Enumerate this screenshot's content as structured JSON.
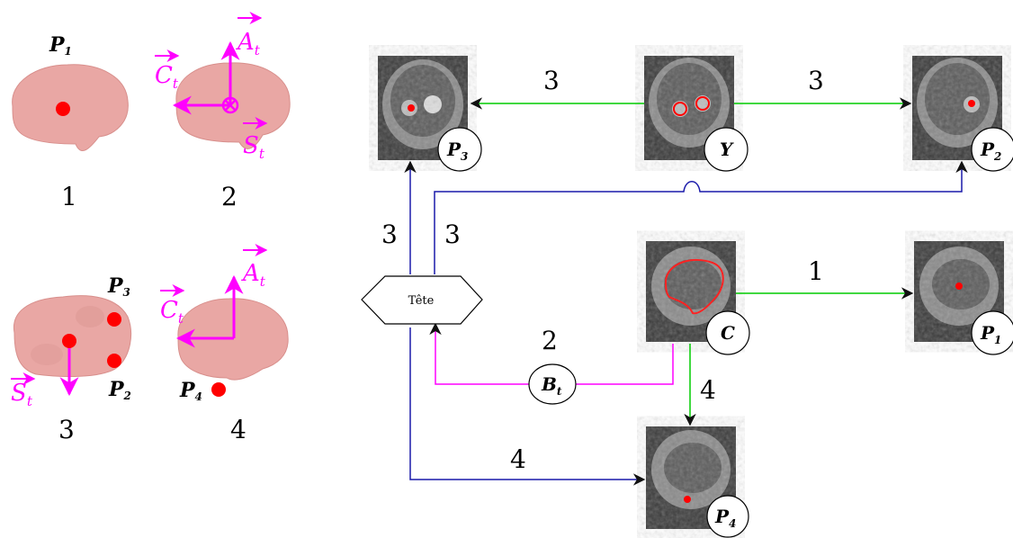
{
  "panel_numbers": {
    "p1": "1",
    "p2": "2",
    "p3": "3",
    "p4": "4"
  },
  "brain_points": {
    "p1": {
      "letter": "P",
      "sub": "1"
    },
    "p2": {
      "letter": "P",
      "sub": "2"
    },
    "p3": {
      "letter": "P",
      "sub": "3"
    },
    "p4": {
      "letter": "P",
      "sub": "4"
    }
  },
  "axis_labels": {
    "a": {
      "letter": "A",
      "sub": "t"
    },
    "c": {
      "letter": "C",
      "sub": "t"
    },
    "s": {
      "letter": "S",
      "sub": "t"
    }
  },
  "nodes": {
    "tete": "Tête",
    "p3": {
      "letter": "P",
      "sub": "3"
    },
    "y": {
      "letter": "Y"
    },
    "p2": {
      "letter": "P",
      "sub": "2"
    },
    "c": {
      "letter": "C"
    },
    "p1": {
      "letter": "P",
      "sub": "1"
    },
    "p4": {
      "letter": "P",
      "sub": "4"
    },
    "bt": {
      "letter": "B",
      "sub": "t"
    }
  },
  "edge_labels": {
    "y_to_p3": "3",
    "y_to_p2": "3",
    "tete_to_p3": "3",
    "tete_to_p2": "3",
    "c_to_p1": "1",
    "c_to_tete": "2",
    "c_to_p4": "4",
    "tete_to_p4": "4"
  },
  "colors": {
    "brain": "#e9a7a4",
    "point": "#ff0000",
    "axis": "#ff00ff",
    "green": "#00cc00",
    "blue": "#1a1aaa",
    "magenta": "#ff00ff",
    "mri_bg": "#3a3a3a"
  }
}
